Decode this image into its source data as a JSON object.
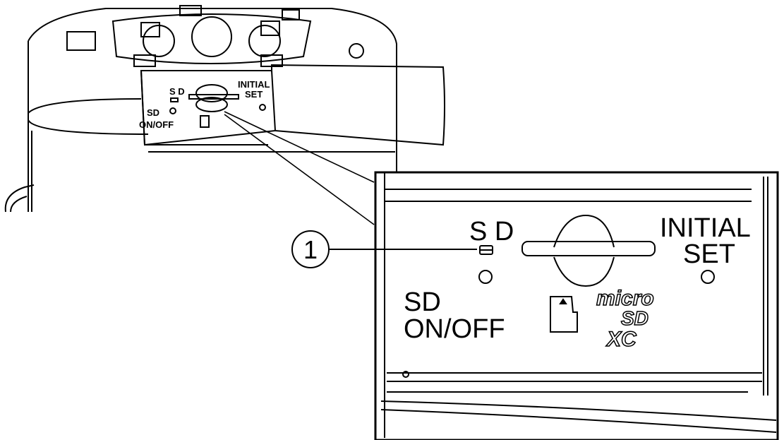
{
  "callout": {
    "number": "1"
  },
  "small_panel": {
    "sd_label": "S D",
    "initial_label_line1": "INITIAL",
    "initial_label_line2": "SET",
    "sd_onoff_line1": "SD",
    "sd_onoff_line2": "ON/OFF"
  },
  "zoom_panel": {
    "sd_label": "S D",
    "initial_label_line1": "INITIAL",
    "initial_label_line2": "SET",
    "sd_onoff_line1": "SD",
    "sd_onoff_line2": "ON/OFF",
    "logo_micro": "micro",
    "logo_sd": "SD",
    "logo_xc": "XC"
  }
}
